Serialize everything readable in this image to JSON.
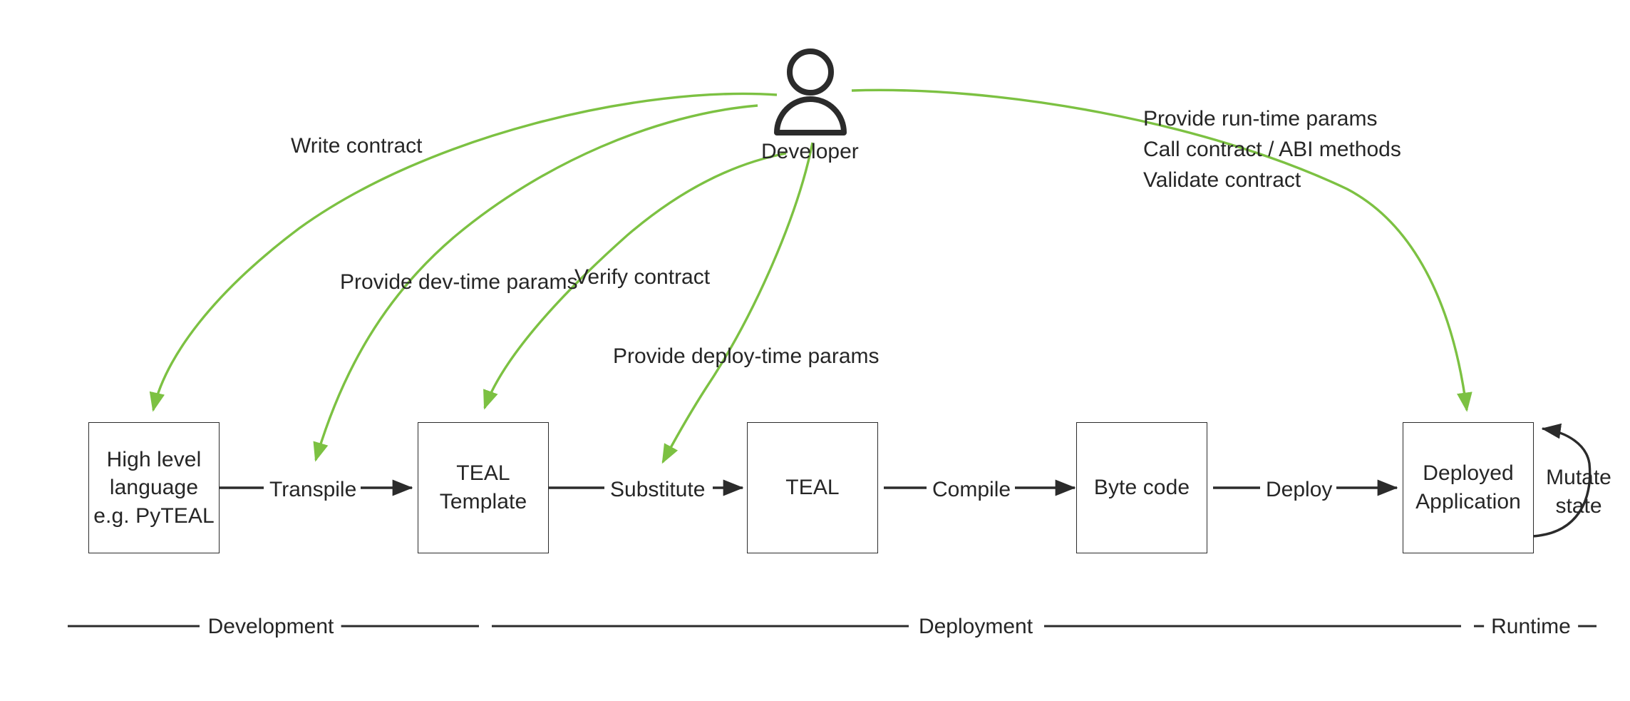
{
  "diagram": {
    "title": "Algorand smart contract development lifecycle",
    "colors": {
      "flow_arrow": "#2b2b2b",
      "actor_arrow": "#7cc142",
      "box_border": "#2b2b2b",
      "text": "#262626",
      "background": "#ffffff"
    }
  },
  "actor": {
    "label": "Developer",
    "icon": "person-icon"
  },
  "nodes": [
    {
      "id": "high-level-language",
      "label": "High level\nlanguage\ne.g. PyTEAL"
    },
    {
      "id": "teal-template",
      "label": "TEAL\nTemplate"
    },
    {
      "id": "teal",
      "label": "TEAL"
    },
    {
      "id": "byte-code",
      "label": "Byte code"
    },
    {
      "id": "deployed-application",
      "label": "Deployed\nApplication"
    }
  ],
  "flow_edges": [
    {
      "id": "transpile",
      "label": "Transpile",
      "from": "high-level-language",
      "to": "teal-template"
    },
    {
      "id": "substitute",
      "label": "Substitute",
      "from": "teal-template",
      "to": "teal"
    },
    {
      "id": "compile",
      "label": "Compile",
      "from": "teal",
      "to": "byte-code"
    },
    {
      "id": "deploy",
      "label": "Deploy",
      "from": "byte-code",
      "to": "deployed-application"
    }
  ],
  "self_loop": {
    "id": "mutate-state",
    "label": "Mutate\nstate",
    "on": "deployed-application"
  },
  "actor_edges": [
    {
      "id": "write-contract",
      "label": "Write contract",
      "target": "high-level-language"
    },
    {
      "id": "provide-dev-time-params",
      "label": "Provide dev-time params",
      "target": "transpile"
    },
    {
      "id": "verify-contract",
      "label": "Verify contract",
      "target": "teal-template"
    },
    {
      "id": "provide-deploy-time-params",
      "label": "Provide deploy-time params",
      "target": "substitute"
    }
  ],
  "runtime_note": {
    "id": "runtime-actions",
    "lines": [
      "Provide run-time params",
      "Call contract / ABI methods",
      "Validate contract"
    ],
    "target": "deployed-application"
  },
  "phases": [
    {
      "id": "development",
      "label": "Development"
    },
    {
      "id": "deployment",
      "label": "Deployment"
    },
    {
      "id": "runtime",
      "label": "Runtime"
    }
  ]
}
